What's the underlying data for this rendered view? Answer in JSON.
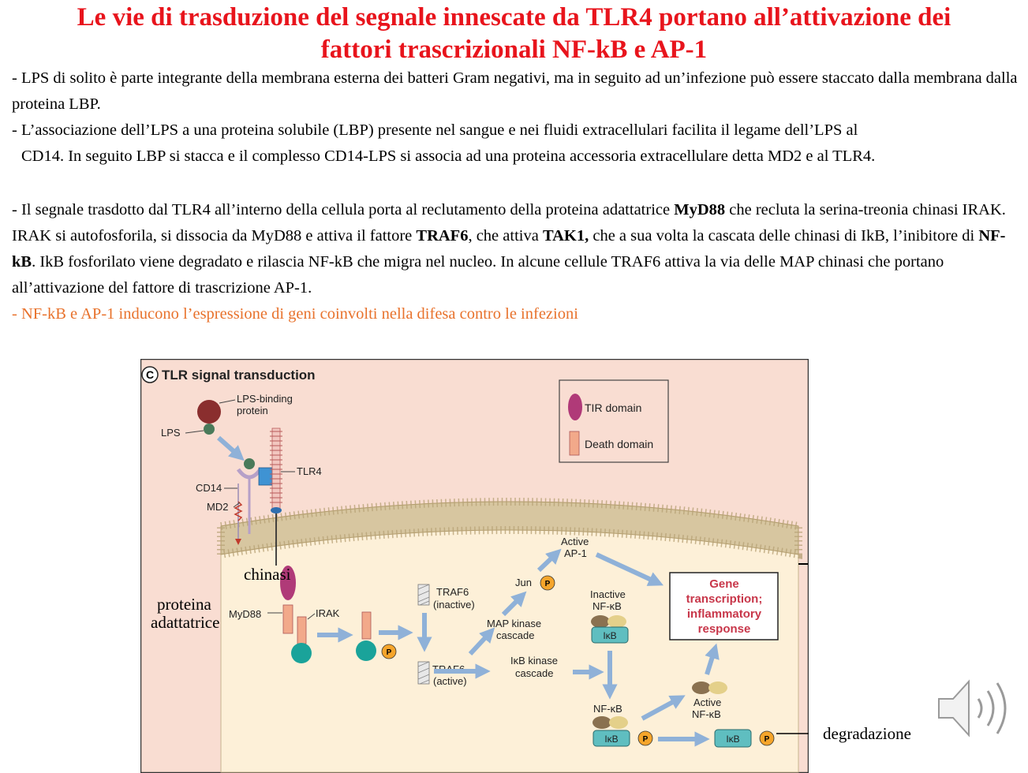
{
  "title": {
    "line1": "Le vie di trasduzione del segnale innescate da TLR4 portano all’attivazione dei",
    "line2": "fattori trascrizionali NF-kB e AP-1"
  },
  "paragraphs": {
    "p1": "- LPS di solito è parte integrante della membrana esterna dei batteri Gram negativi, ma in seguito ad un’infezione può essere staccato dalla membrana dalla proteina LBP.",
    "p2_line1": "- L’associazione dell’LPS a una proteina solubile (LBP) presente nel sangue e nei fluidi extracellulari facilita il legame dell’LPS al",
    "p2_line2": "CD14. In seguito LBP si stacca e il complesso CD14-LPS si associa ad una proteina accessoria extracellulare detta MD2 e al TLR4.",
    "p3": {
      "t1": "- Il segnale trasdotto dal TLR4 all’interno della cellula porta al reclutamento della proteina adattatrice ",
      "b1": "MyD88",
      "t2": " che recluta la serina-treonia chinasi IRAK. IRAK si autofosforila, si dissocia da MyD88 e attiva il fattore ",
      "b2": "TRAF6",
      "t3": ", che attiva ",
      "b3": "TAK1,",
      "t4": " che a sua volta  la cascata delle chinasi di IkB, l’inibitore di  ",
      "b4": "NF-kB",
      "t5": ". IkB fosforilato viene degradato e rilascia NF-kB che migra nel nucleo. In alcune cellule TRAF6 attiva la via delle MAP chinasi che portano all’attivazione del fattore di trascrizione AP-1."
    },
    "p4": "- NF-kB e AP-1 inducono l’espressione di geni coinvolti nella difesa contro le infezioni"
  },
  "figure": {
    "panel_letter": "C",
    "panel_title": "TLR signal transduction",
    "labels": {
      "lbp1": "LPS-binding",
      "lbp2": "protein",
      "lps": "LPS",
      "tlr4": "TLR4",
      "cd14": "CD14",
      "md2": "MD2",
      "myd88": "MyD88",
      "irak": "IRAK",
      "traf6_inactive_1": "TRAF6",
      "traf6_inactive_2": "(inactive)",
      "traf6_active_1": "TRAF6",
      "traf6_active_2": "(active)",
      "jun": "Jun",
      "p": "P",
      "active_ap1_1": "Active",
      "active_ap1_2": "AP-1",
      "map_kinase_1": "MAP kinase",
      "map_kinase_2": "cascade",
      "ikb_kinase_1": "IκB kinase",
      "ikb_kinase_2": "cascade",
      "inactive_nfkb_1": "Inactive",
      "inactive_nfkb_2": "NF-κB",
      "ikb": "IκB",
      "nfkb": "NF-κB",
      "active_nfkb_1": "Active",
      "active_nfkb_2": "NF-κB",
      "gene_1": "Gene",
      "gene_2": "transcription;",
      "gene_3": "inflammatory",
      "gene_4": "response"
    },
    "legend": {
      "tir": "TIR domain",
      "death": "Death domain"
    }
  },
  "overlays": {
    "chinasi": "chinasi",
    "proteina": "proteina",
    "adattatrice": "adattatrice",
    "degradazione": "degradazione"
  },
  "colors": {
    "title": "#e8141c",
    "orange_text": "#e8722c",
    "figure_bg": "#f9ddd2",
    "cell_bg": "#fdf0d8",
    "membrane": "#d7c6a0",
    "arrow": "#8fb1d8",
    "tir": "#b03a78",
    "death": "#f2a98a",
    "teal": "#1aa39a",
    "phospho": "#f5a52b",
    "gene_text": "#c8374a"
  },
  "icons": {
    "speaker": "speaker-icon"
  }
}
